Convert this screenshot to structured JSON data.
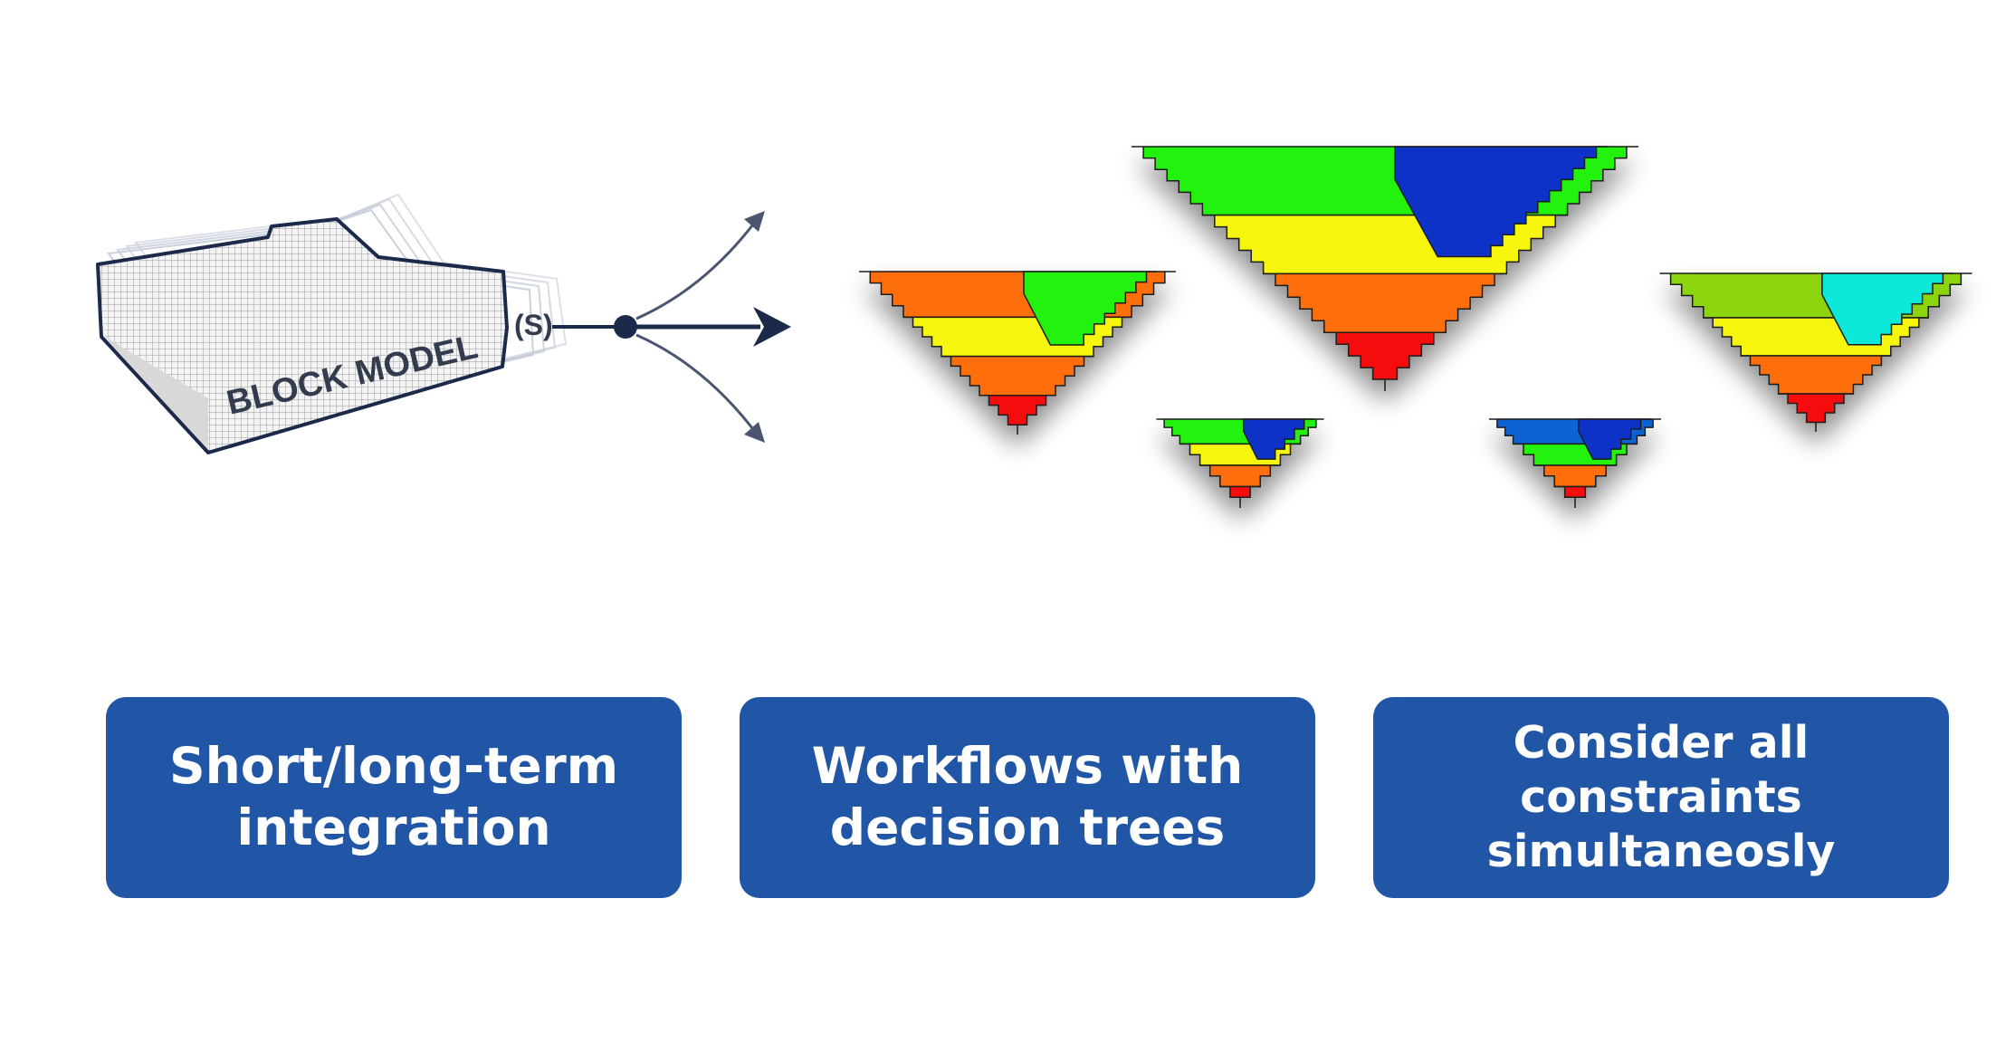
{
  "block_model": {
    "label": "BLOCK MODEL",
    "suffix": "(S)"
  },
  "cards": [
    {
      "line1": "Short/long-term",
      "line2": "integration"
    },
    {
      "line1": "Workflows with",
      "line2": "decision trees"
    },
    {
      "line1": "Consider all constraints",
      "line2": "simultaneosly"
    }
  ],
  "colors": {
    "navy": "#1b2a4a",
    "card_blue": "#2056a5",
    "bench_green": "#23f20a",
    "bench_lime": "#8cd40c",
    "bench_blue": "#0a32c8",
    "bench_mid_blue": "#0a64d4",
    "bench_cyan": "#0ae8d8",
    "bench_teal": "#0ab4b4",
    "bench_yellow": "#f5f50a",
    "bench_orange": "#ff6e0a",
    "bench_red": "#f50a0a"
  },
  "pits": [
    {
      "name": "pit-large-center",
      "bands": [
        "bench_green",
        "bench_yellow",
        "bench_orange",
        "bench_red"
      ],
      "overlay": "bench_blue"
    },
    {
      "name": "pit-left",
      "bands": [
        "bench_orange",
        "bench_yellow",
        "bench_orange",
        "bench_red"
      ],
      "overlay": "bench_green"
    },
    {
      "name": "pit-right",
      "bands": [
        "bench_lime",
        "bench_yellow",
        "bench_orange",
        "bench_red"
      ],
      "overlay": "bench_cyan"
    },
    {
      "name": "pit-small-left",
      "bands": [
        "bench_green",
        "bench_yellow",
        "bench_orange",
        "bench_red"
      ],
      "overlay": "bench_blue"
    },
    {
      "name": "pit-small-right",
      "bands": [
        "bench_mid_blue",
        "bench_green",
        "bench_orange",
        "bench_red"
      ],
      "overlay": "bench_blue"
    }
  ]
}
